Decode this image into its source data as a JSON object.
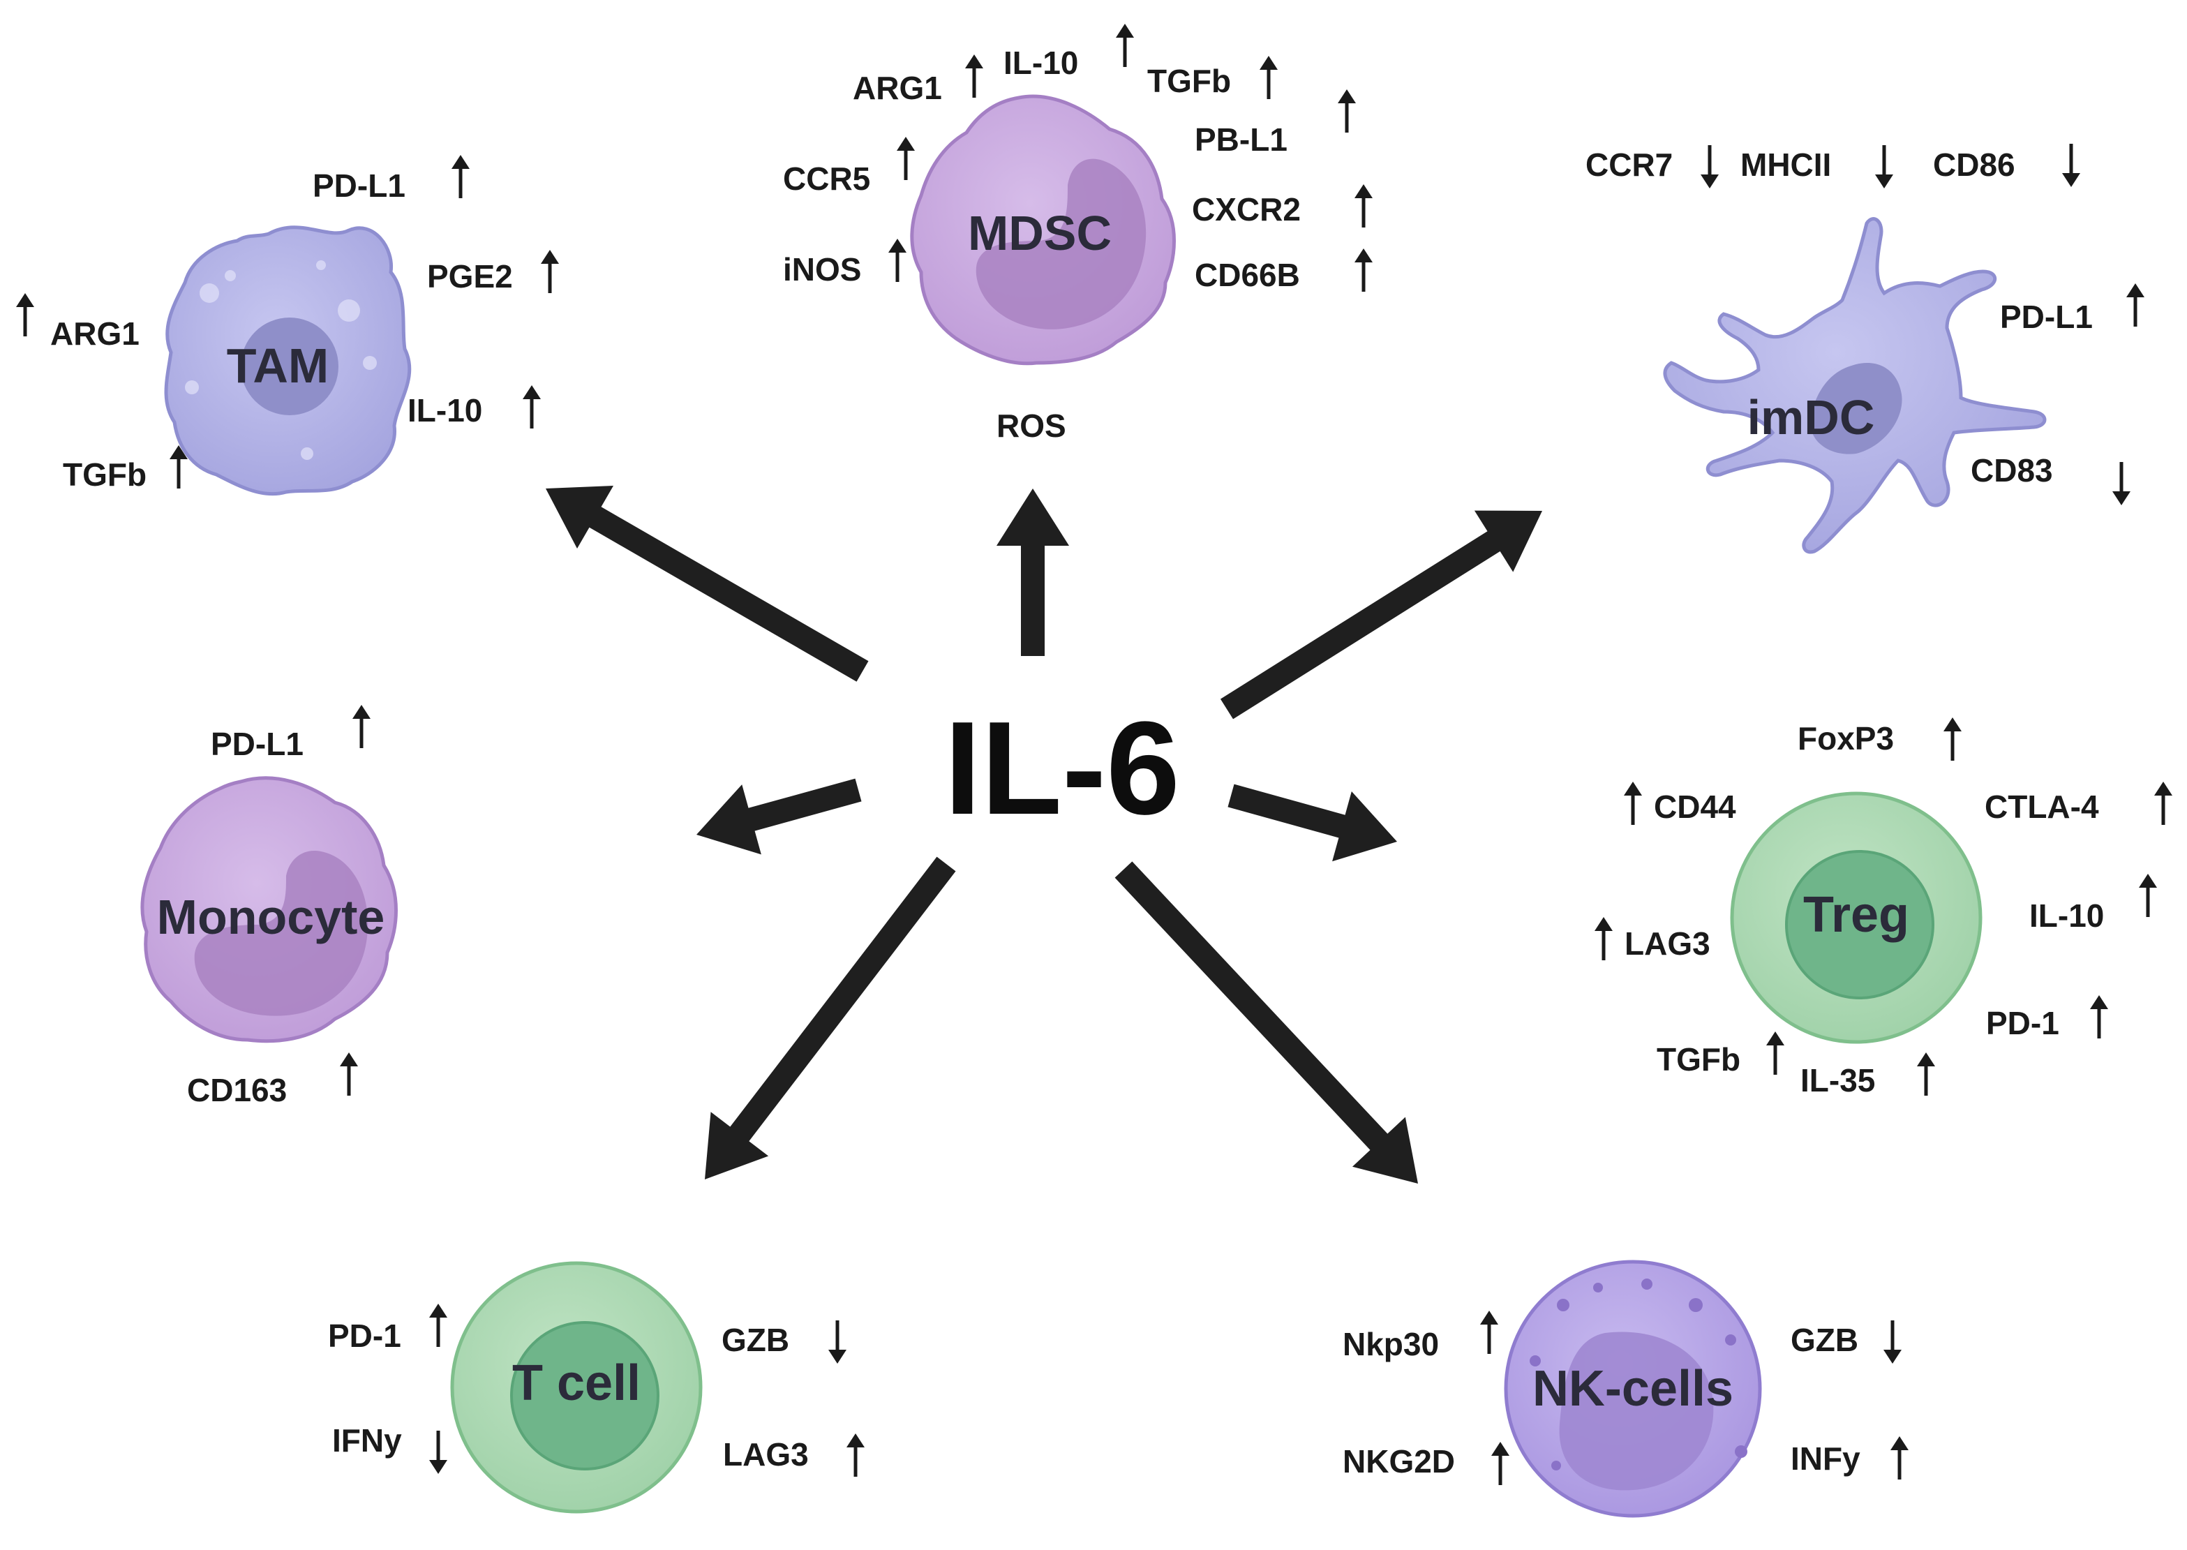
{
  "center": {
    "label": "IL-6"
  },
  "colors": {
    "arrow": "#1f1f1f",
    "up_arrow": "#1a1a1a",
    "lavender_cell": "#b3b3e6",
    "purple_cell": "#c7a7de",
    "green_cell": "#a9d8b0",
    "green_nucleus": "#6fb58a"
  },
  "cells": {
    "tam": {
      "name": "TAM",
      "markers": [
        "PD-L1",
        "PGE2",
        "ARG1",
        "IL-10",
        "TGFb"
      ],
      "directions": [
        "up",
        "up",
        "up",
        "up",
        "up"
      ]
    },
    "mdsc": {
      "name": "MDSC",
      "markers": [
        "ARG1",
        "IL-10",
        "TGFb",
        "PB-L1",
        "CCR5",
        "CXCR2",
        "iNOS",
        "CD66B",
        "ROS"
      ],
      "directions": [
        "up",
        "up",
        "up",
        "up",
        "up",
        "up",
        "up",
        "up",
        "none"
      ]
    },
    "imdc": {
      "name": "imDC",
      "markers": [
        "CCR7",
        "MHCII",
        "CD86",
        "PD-L1",
        "CD83"
      ],
      "directions": [
        "down",
        "down",
        "down",
        "up",
        "down"
      ]
    },
    "monocyte": {
      "name": "Monocyte",
      "markers": [
        "PD-L1",
        "CD163"
      ],
      "directions": [
        "up",
        "up"
      ]
    },
    "treg": {
      "name": "Treg",
      "markers": [
        "FoxP3",
        "CD44",
        "CTLA-4",
        "IL-10",
        "LAG3",
        "PD-1",
        "TGFb",
        "IL-35"
      ],
      "directions": [
        "up",
        "up",
        "up",
        "up",
        "up",
        "up",
        "up",
        "up"
      ]
    },
    "tcell": {
      "name": "T cell",
      "markers": [
        "PD-1",
        "GZB",
        "IFNy",
        "LAG3"
      ],
      "directions": [
        "up",
        "down",
        "down",
        "up"
      ]
    },
    "nk": {
      "name": "NK-cells",
      "markers": [
        "Nkp30",
        "GZB",
        "NKG2D",
        "INFy"
      ],
      "directions": [
        "up",
        "down",
        "up",
        "up"
      ]
    }
  }
}
